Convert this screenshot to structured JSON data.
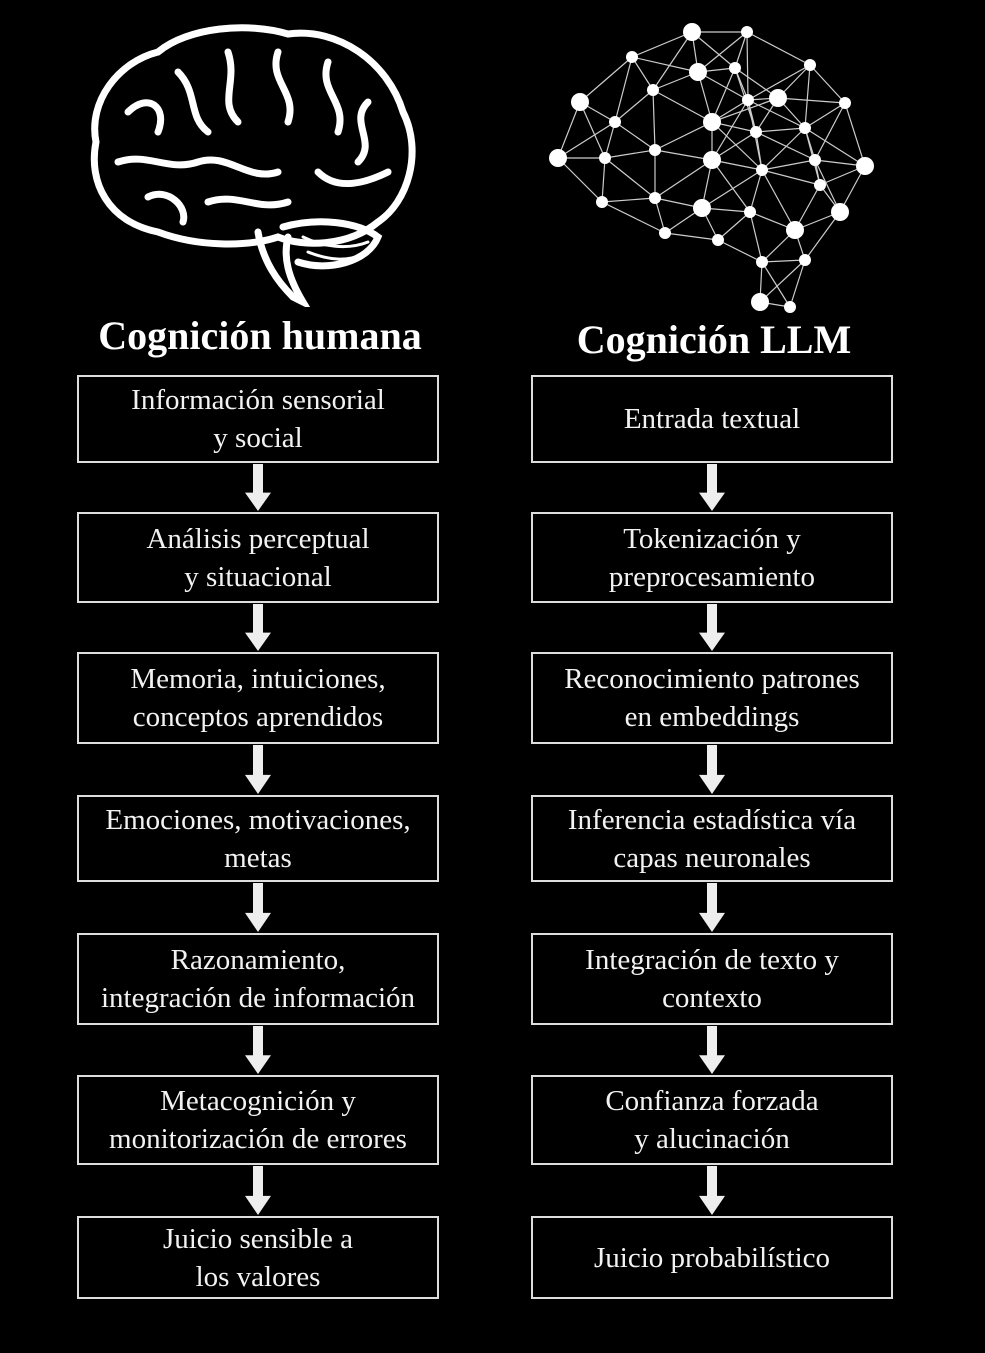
{
  "left": {
    "title": "Cognición humana",
    "steps": [
      "Información sensorial\ny social",
      "Análisis perceptual\ny situacional",
      "Memoria, intuiciones,\nconceptos aprendidos",
      "Emociones, motivaciones,\nmetas",
      "Razonamiento,\nintegración de información",
      "Metacognición y\nmonitorización de errores",
      "Juicio sensible a\nlos valores"
    ]
  },
  "right": {
    "title": "Cognición LLM",
    "steps": [
      "Entrada textual",
      "Tokenización y\npreprocesamiento",
      "Reconocimiento patrones\nen embeddings",
      "Inferencia estadística vía\ncapas neuronales",
      "Integración de texto y\ncontexto",
      "Confianza forzada\ny alucinación",
      "Juicio probabilístico"
    ]
  }
}
